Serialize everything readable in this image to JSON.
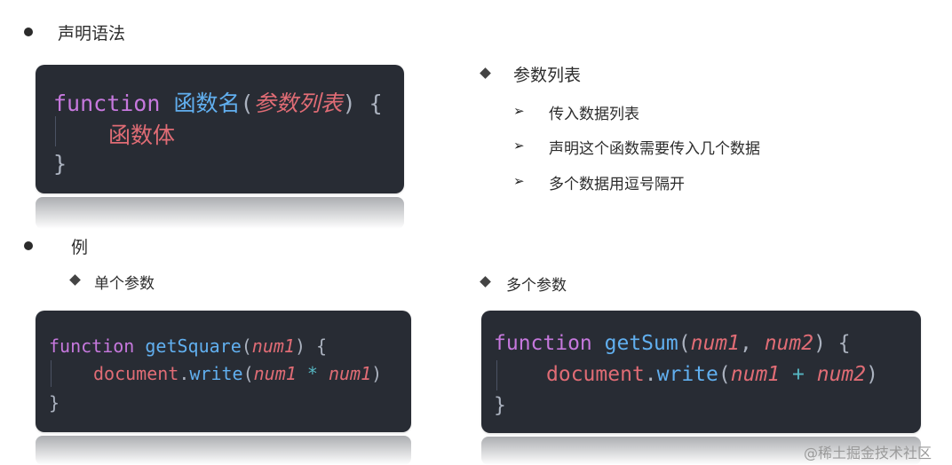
{
  "left_section": {
    "syntax_heading": "声明语法",
    "example_heading": "例",
    "single_param_label": "单个参数"
  },
  "right_section": {
    "param_list_heading": "参数列表",
    "items": [
      "传入数据列表",
      "声明这个函数需要传入几个数据",
      "多个数据用逗号隔开"
    ],
    "multi_param_label": "多个参数"
  },
  "code_syntax": {
    "keyword": "function",
    "func_name": "函数名",
    "open_paren": "(",
    "params": "参数列表",
    "close_brace_open": ") {",
    "body": "函数体",
    "close": "}"
  },
  "code_single": {
    "keyword": "function",
    "func_name": "getSquare",
    "open_paren": "(",
    "param": "num1",
    "close_brace_open": ") {",
    "obj": "document",
    "dot": ".",
    "method": "write",
    "call_open": "(",
    "arg1": "num1",
    "op": "*",
    "arg2": "num1",
    "call_close": ")",
    "close": "}"
  },
  "code_multi": {
    "keyword": "function",
    "func_name": "getSum",
    "open_paren": "(",
    "param1": "num1",
    "comma": ",",
    "param2": "num2",
    "close_brace_open": ") {",
    "obj": "document",
    "dot": ".",
    "method": "write",
    "call_open": "(",
    "arg1": "num1",
    "op": "+",
    "arg2": "num2",
    "call_close": ")",
    "close": "}"
  },
  "watermark": "@稀土掘金技术社区",
  "colors": {
    "code_bg": "#282c34",
    "keyword": "#c678dd",
    "function": "#61afef",
    "param": "#e06c75",
    "operator": "#56b6c2"
  }
}
